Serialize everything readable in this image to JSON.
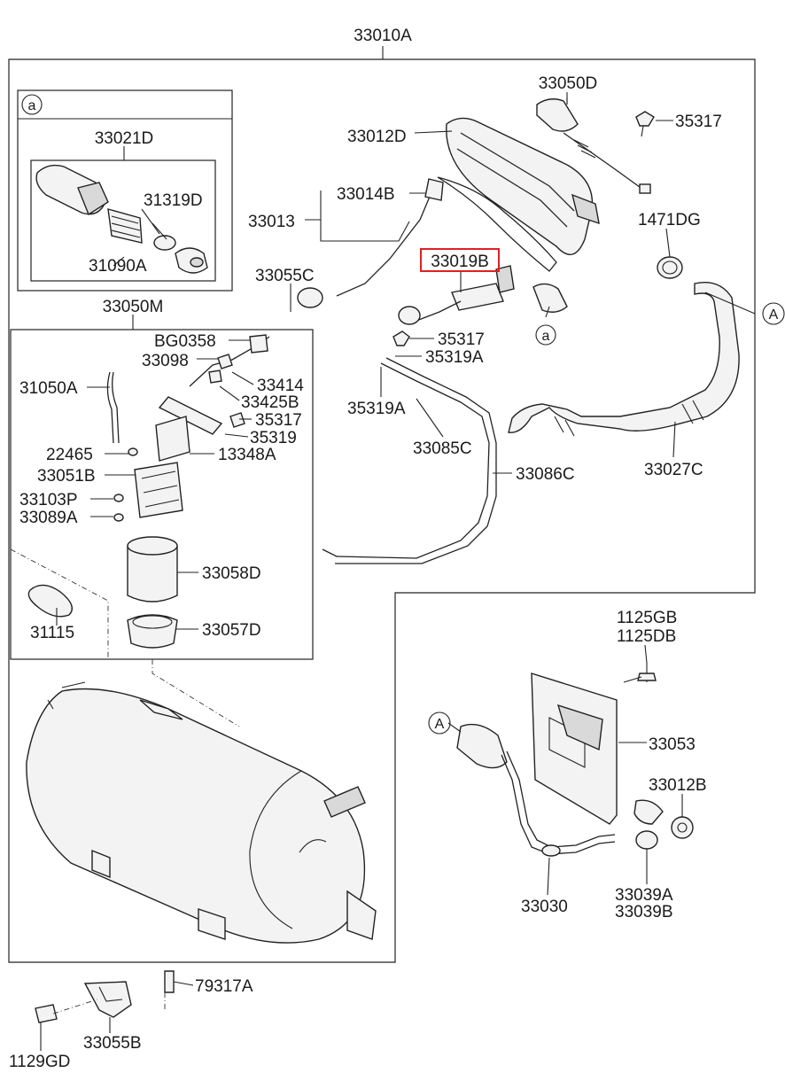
{
  "labels": {
    "l33010A": "33010A",
    "l33021D": "33021D",
    "l31319D": "31319D",
    "l31090A": "31090A",
    "l33050D": "33050D",
    "l35317a": "35317",
    "l33012D": "33012D",
    "l33014B": "33014B",
    "l33013": "33013",
    "l1471DG": "1471DG",
    "l33019B": "33019B",
    "l33055C": "33055C",
    "l33050M": "33050M",
    "lBG0358": "BG0358",
    "l33098": "33098",
    "l33414": "33414",
    "l33425B": "33425B",
    "l31050A": "31050A",
    "l35317b": "35317",
    "l35319a": "35319",
    "l22465": "22465",
    "l13348A": "13348A",
    "l33051B": "33051B",
    "l33103P": "33103P",
    "l33089A": "33089A",
    "l33058D": "33058D",
    "l31115": "31115",
    "l33057D": "33057D",
    "l35317c": "35317",
    "l35319A_r": "35319A",
    "l35319A_l": "35319A",
    "l33085C": "33085C",
    "l33086C": "33086C",
    "l33027C": "33027C",
    "l1125GB": "1125GB",
    "l1125DB": "1125DB",
    "l33053": "33053",
    "l33012B": "33012B",
    "l33030": "33030",
    "l33039A": "33039A",
    "l33039B": "33039B",
    "l79317A": "79317A",
    "l33055B": "33055B",
    "l1129GD": "1129GD"
  },
  "callouts": {
    "inset_a": "a",
    "ref_a": "a",
    "ref_A_right": "A",
    "ref_A_lower": "A"
  },
  "highlight": {
    "part": "33019B",
    "color": "#e02020"
  }
}
